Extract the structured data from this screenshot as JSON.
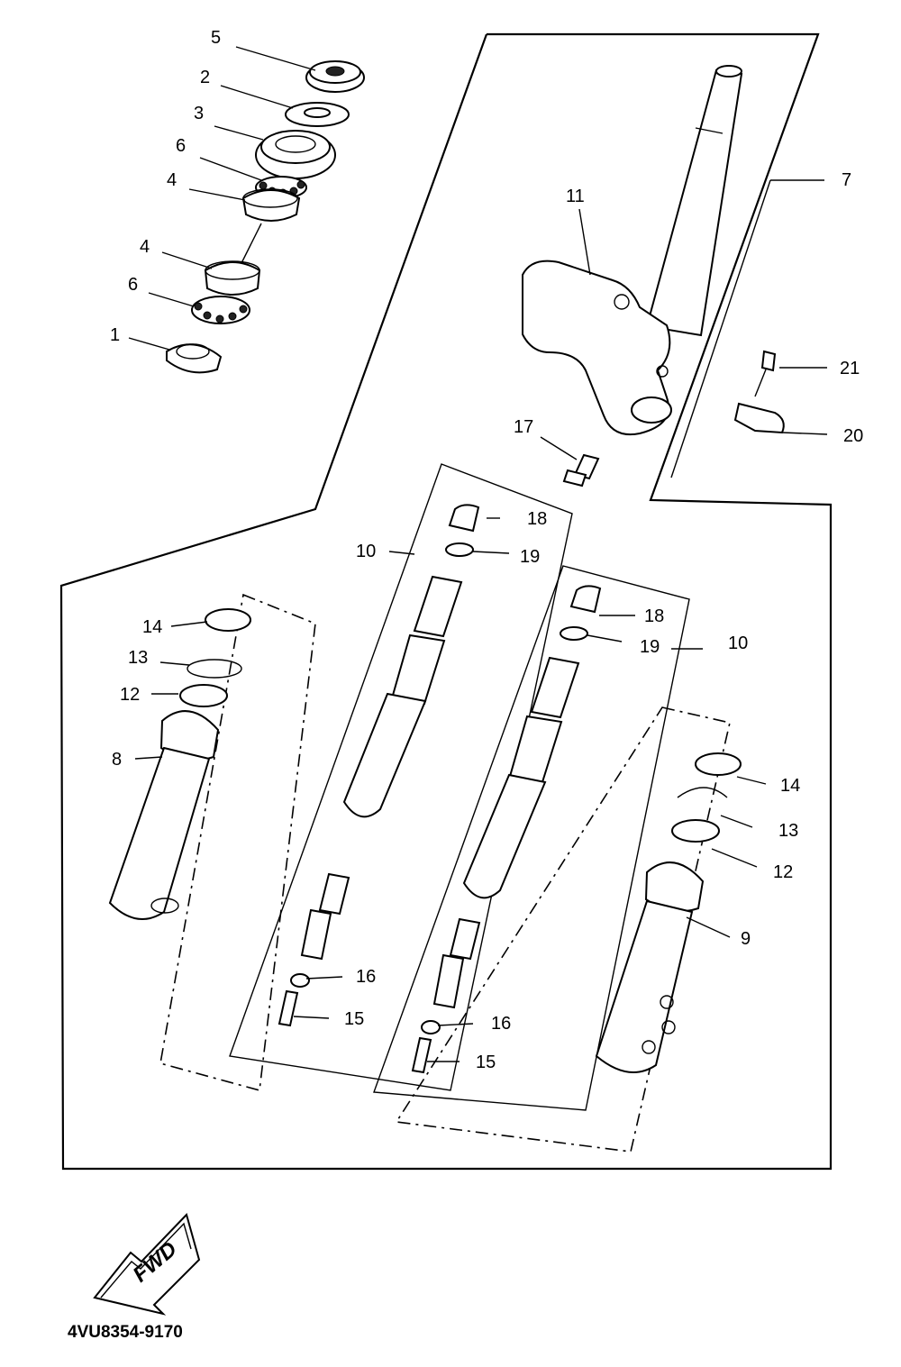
{
  "callouts": {
    "c1": "1",
    "c2": "2",
    "c3": "3",
    "c4a": "4",
    "c4b": "4",
    "c5": "5",
    "c6a": "6",
    "c6b": "6",
    "c7": "7",
    "c8": "8",
    "c9": "9",
    "c10a": "10",
    "c10b": "10",
    "c11": "11",
    "c12a": "12",
    "c12b": "12",
    "c13a": "13",
    "c13b": "13",
    "c14a": "14",
    "c14b": "14",
    "c15a": "15",
    "c15b": "15",
    "c16a": "16",
    "c16b": "16",
    "c17": "17",
    "c18a": "18",
    "c18b": "18",
    "c19a": "19",
    "c19b": "19",
    "c20": "20",
    "c21": "21"
  },
  "fwd_label": "FWD",
  "diagram_code": "4VU8354-9170"
}
